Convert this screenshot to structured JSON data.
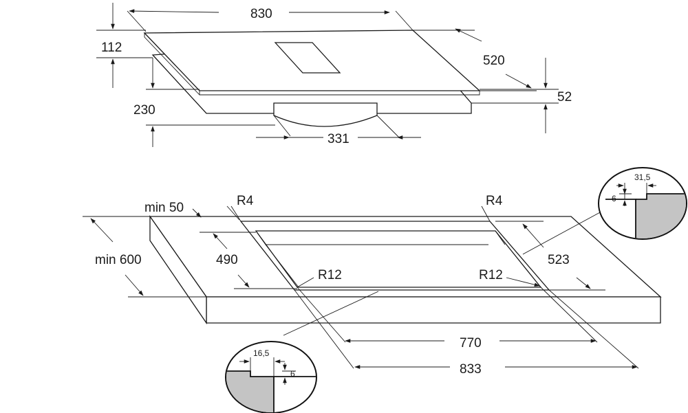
{
  "hob": {
    "width": "830",
    "height_top": "112",
    "depth": "520",
    "thickness": "52",
    "total_height": "230",
    "housing_width": "331"
  },
  "cutout": {
    "min_front": "min 50",
    "min_depth": "min 600",
    "corner_outer_left": "R4",
    "corner_outer_right": "R4",
    "corner_inner_left": "R12",
    "corner_inner_right": "R12",
    "inner_depth": "490",
    "outer_depth": "523",
    "inner_width": "770",
    "outer_width": "833"
  },
  "detail_top_right": {
    "width": "31,5",
    "height": "6"
  },
  "detail_bottom_left": {
    "width": "16,5",
    "height": "6"
  }
}
